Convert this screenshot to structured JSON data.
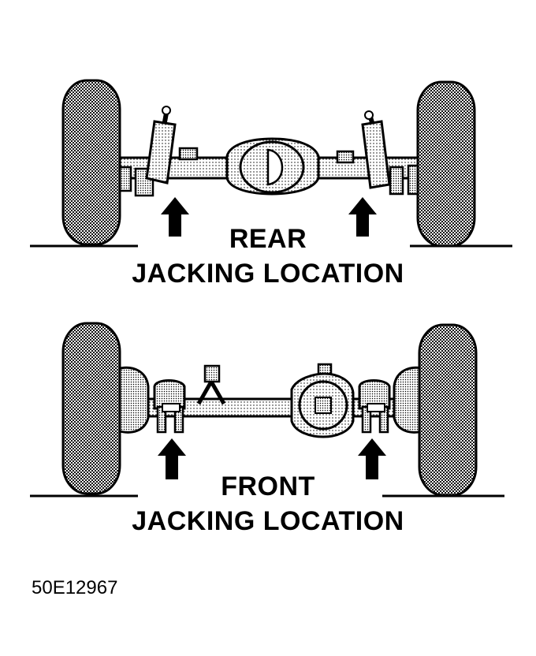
{
  "rear": {
    "title_line1": "REAR",
    "title_line2": "JACKING LOCATION"
  },
  "front": {
    "title_line1": "FRONT",
    "title_line2": "JACKING LOCATION"
  },
  "figure_id": "50E12967",
  "colors": {
    "ink": "#000000",
    "paper": "#ffffff"
  }
}
